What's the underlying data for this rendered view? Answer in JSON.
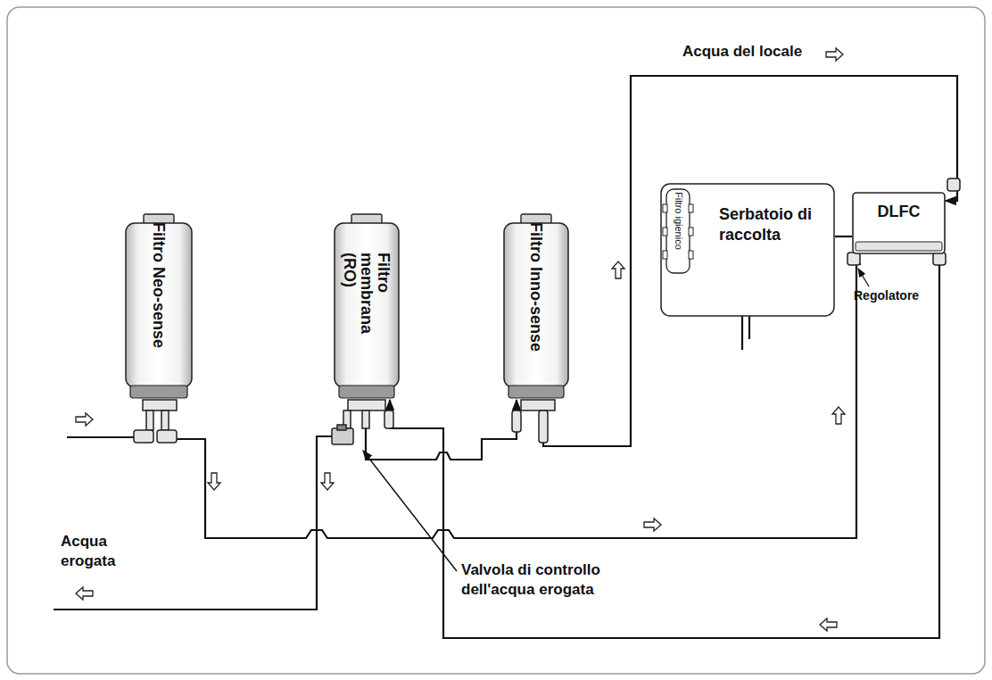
{
  "diagram": {
    "nodes": [
      {
        "text": [
          "Filtro Neo-sense"
        ]
      },
      {
        "text": [
          "Filtro membrana (RO)"
        ]
      },
      {
        "text": [
          "Filtro Inno-sense"
        ]
      },
      {
        "text": [
          "Serbatoio di raccolta"
        ]
      },
      {
        "text": [
          "Filtro igienico"
        ],
        "in": 3
      },
      {
        "text": [
          "DLFC"
        ]
      }
    ],
    "edges": [
      {
        "from": 0,
        "to": 5,
        "arrow": "to"
      },
      {
        "from": 5,
        "to": 1,
        "arrow": "to"
      },
      {
        "from": 1,
        "to": 2,
        "arrow": "to"
      },
      {
        "from": 2,
        "to": 5,
        "arrow": "to"
      },
      {
        "from": 3,
        "to": 5,
        "arrow": "none"
      }
    ],
    "labels": [
      "Acqua del locale",
      "Acqua erogata",
      "Valvola di controllo dell'acqua erogata",
      "Regolatore"
    ]
  }
}
